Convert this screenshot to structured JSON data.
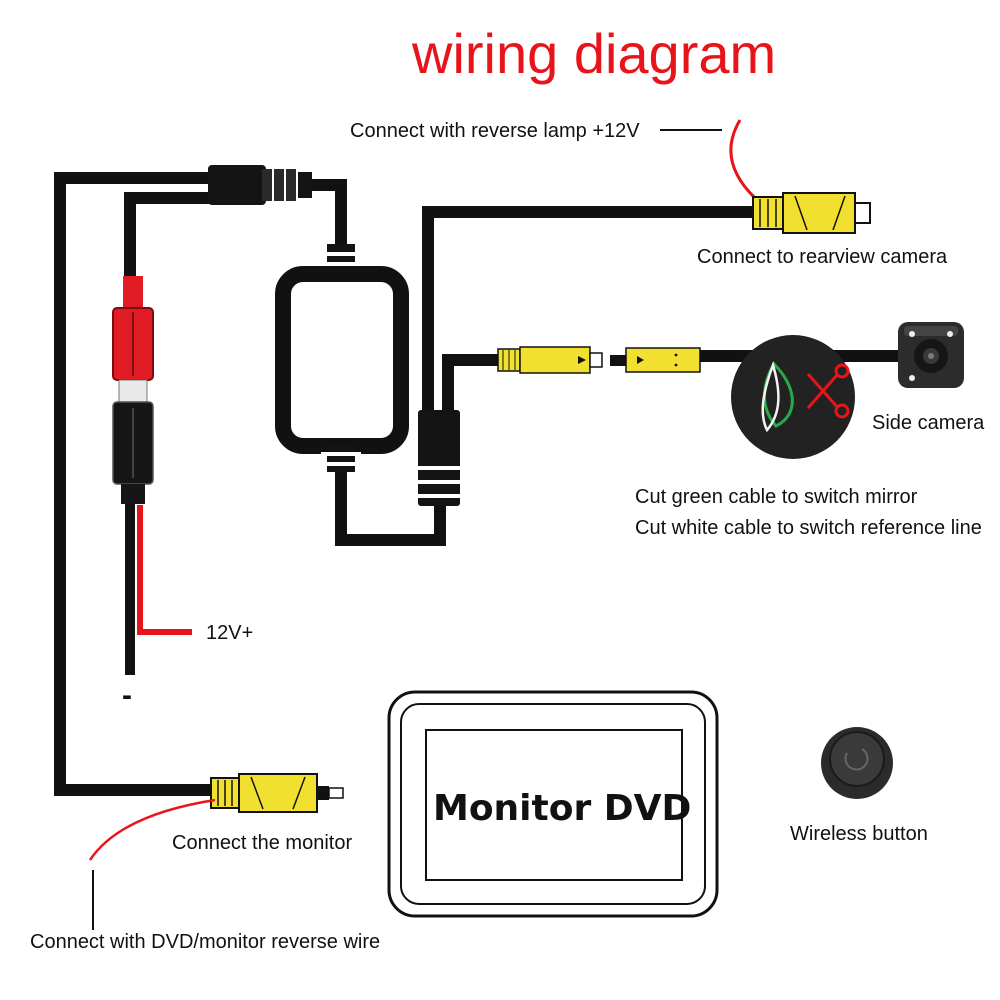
{
  "title": "wiring diagram",
  "labels": {
    "reverse_lamp": "Connect with reverse lamp +12V",
    "rearview_camera": "Connect to rearview camera",
    "side_camera": "Side camera",
    "cut_green": "Cut green cable to switch mirror",
    "cut_white": "Cut white cable to switch reference line",
    "power_positive": "12V+",
    "power_negative": "-",
    "connect_monitor": "Connect the monitor",
    "dvd_reverse": "Connect with DVD/monitor reverse wire",
    "wireless_button": "Wireless button"
  },
  "monitor": {
    "label": "Monitor DVD"
  },
  "icons": {
    "cut_badge": [
      "green-wire-loop-icon",
      "white-wire-loop-icon",
      "red-scissors-icon"
    ],
    "side_camera": "side-camera-icon",
    "wireless_button": "round-push-button-icon"
  },
  "colors": {
    "title": "#e8141b",
    "wire": "#111111",
    "power_wire": "#e8141b",
    "rca_yellow": "#f2e030",
    "fuse_red": "#e01b24",
    "cut_green": "#2aa84a",
    "scissors": "#e8141b"
  }
}
